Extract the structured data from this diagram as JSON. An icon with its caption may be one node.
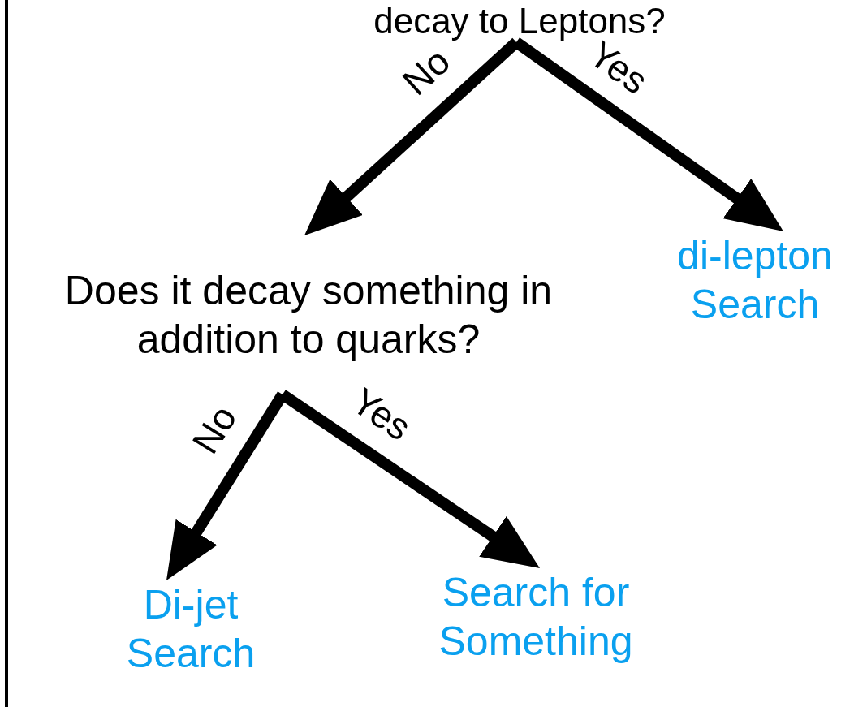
{
  "diagram": {
    "nodes": [
      {
        "text": [
          "decay to Leptons?"
        ]
      },
      {
        "text": [
          "Does it decay something in addition to quarks?"
        ]
      },
      {
        "text": [
          "di-lepton Search"
        ]
      },
      {
        "text": [
          "Di-jet Search"
        ]
      },
      {
        "text": [
          "Search for Something"
        ]
      }
    ],
    "edges": [
      {
        "from": 0,
        "to": 1,
        "arrow": "to",
        "label": "No"
      },
      {
        "from": 0,
        "to": 2,
        "arrow": "to",
        "label": "Yes"
      },
      {
        "from": 1,
        "to": 3,
        "arrow": "to",
        "label": "No"
      },
      {
        "from": 1,
        "to": 4,
        "arrow": "to",
        "label": "Yes"
      }
    ]
  }
}
